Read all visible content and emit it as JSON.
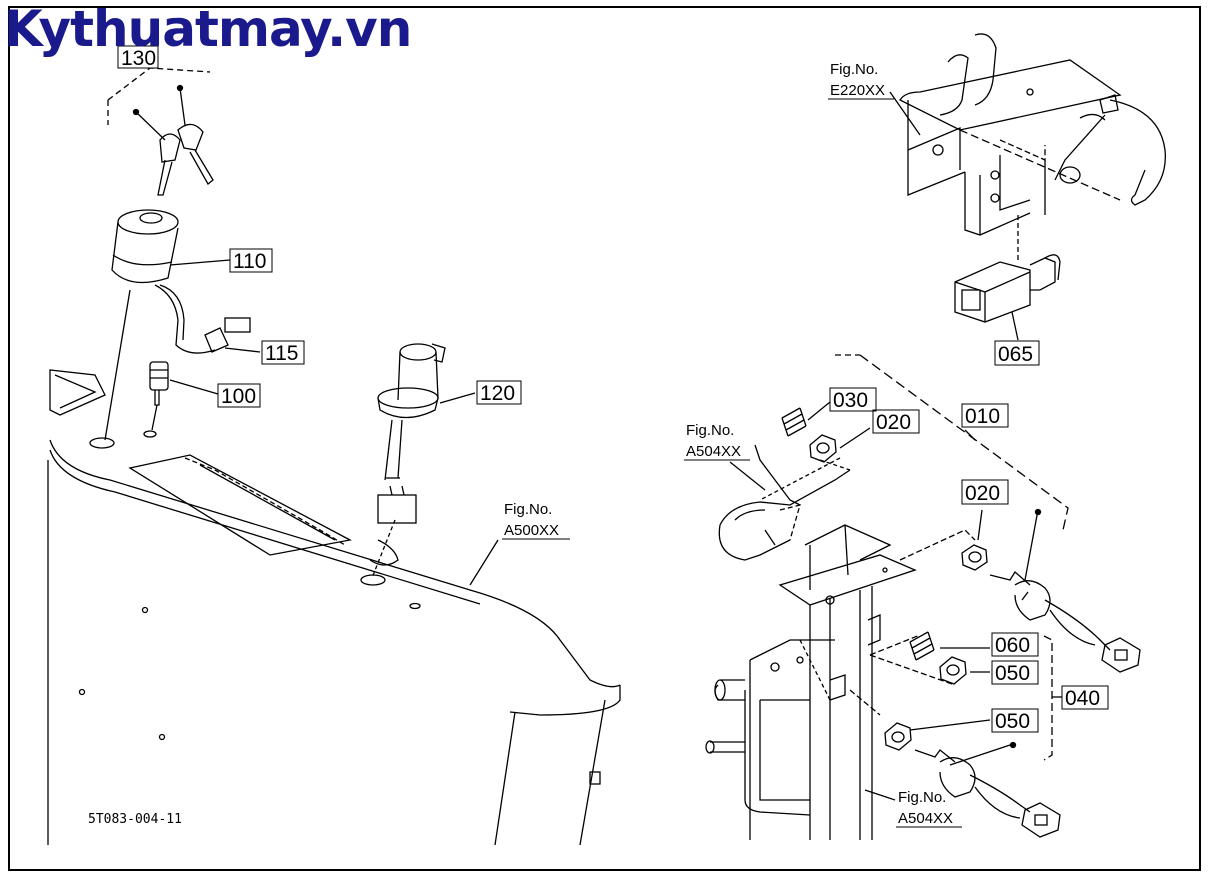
{
  "watermark": "Kythuatmay.vn",
  "drawing_code": "5T083-004-11",
  "parts": {
    "p130": "130",
    "p110": "110",
    "p115": "115",
    "p100": "100",
    "p120": "120",
    "p065": "065",
    "p030": "030",
    "p020a": "020",
    "p010": "010",
    "p020b": "020",
    "p060": "060",
    "p050a": "050",
    "p040": "040",
    "p050b": "050"
  },
  "fig_refs": {
    "e220": {
      "line1": "Fig.No.",
      "line2": "E220XX"
    },
    "a500": {
      "line1": "Fig.No.",
      "line2": "A500XX"
    },
    "a504_top": {
      "line1": "Fig.No.",
      "line2": "A504XX"
    },
    "a504_bottom": {
      "line1": "Fig.No.",
      "line2": "A504XX"
    }
  }
}
